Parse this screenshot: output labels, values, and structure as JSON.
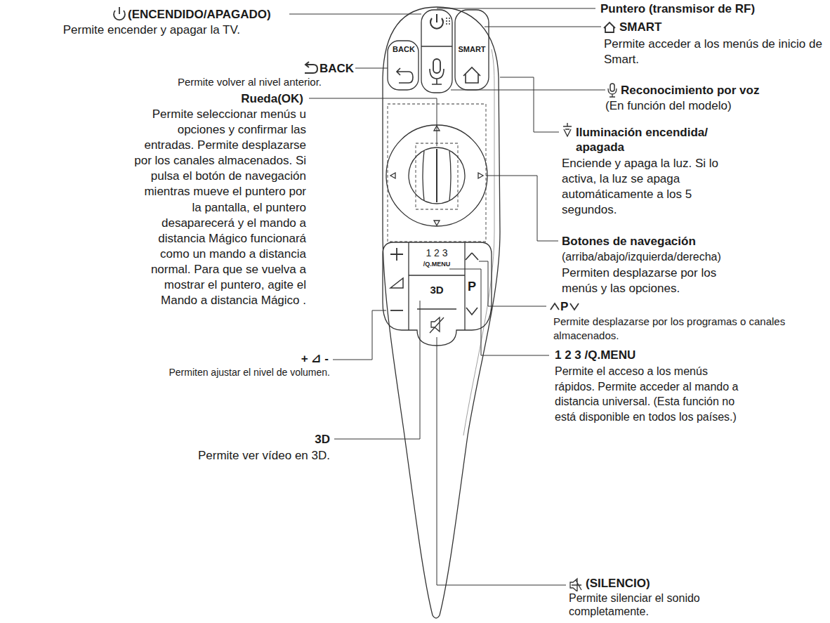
{
  "diagram": {
    "labels": [
      "(ENCENDIDO/APAGADO)",
      "Permite encender y apagar la TV.",
      "BACK",
      "Permite volver al nivel anterior.",
      "Rueda(OK)",
      "Permite seleccionar menús u opciones y confirmar las entradas. Permite desplazarse por los canales almacenados. Si pulsa el botón de navegación mientras mueve el puntero por la pantalla, el puntero desaparecerá y el mando a distancia Mágico funcionará como un mando a distancia normal. Para que se vuelva a mostrar el puntero, agite el Mando a distancia Mágico .",
      "+ ⊿ -",
      "Permiten ajustar el nivel de volumen.",
      "3D",
      "Permite ver vídeo en 3D.",
      "Puntero (transmisor de RF)",
      "SMART",
      "Permite acceder a los menús de inicio de Smart.",
      "Reconocimiento por voz",
      "(En función del modelo)",
      "Iluminación encendida/ apagada",
      "Enciende y apaga la luz. Si lo activa, la luz se apaga automáticamente a los 5 segundos.",
      "Botones de navegación",
      "(arriba/abajo/izquierda/derecha)",
      "Permiten desplazarse por los menús y las opciones.",
      "P",
      "Permite desplazarse por los programas o canales almacenados.",
      "1 2 3 /Q.MENU",
      "Permite el acceso a los menús rápidos. Permite acceder al mando a distancia universal. (Esta función no está disponible en todos los países.)",
      "(SILENCIO)",
      "Permite silenciar el sonido completamente.",
      "BACK",
      "SMART",
      "1 2 3",
      "/Q.MENU",
      "P",
      "3D"
    ]
  }
}
